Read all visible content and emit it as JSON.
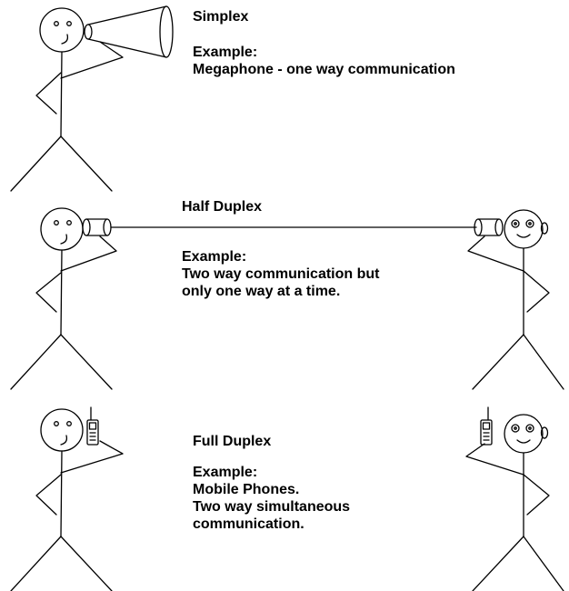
{
  "sections": {
    "simplex": {
      "title": "Simplex",
      "example_label": "Example:",
      "example_lines": [
        "Megaphone - one way communication"
      ]
    },
    "half_duplex": {
      "title": "Half Duplex",
      "example_label": "Example:",
      "example_lines": [
        "Two way communication but",
        "only one way at a time."
      ]
    },
    "full_duplex": {
      "title": "Full Duplex",
      "example_label": "Example:",
      "example_lines": [
        "Mobile Phones.",
        "Two way simultaneous",
        "communication."
      ]
    }
  },
  "colors": {
    "ink": "#000000",
    "background": "#ffffff"
  }
}
